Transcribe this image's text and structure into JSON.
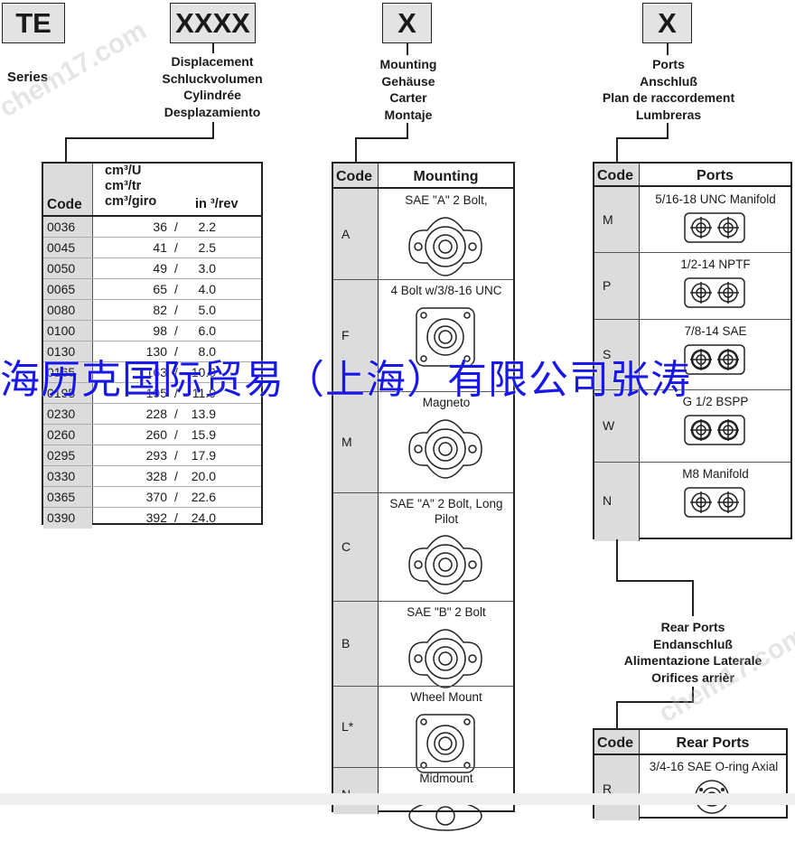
{
  "series": {
    "code": "TE",
    "label": "Series"
  },
  "displacement": {
    "code": "XXXX",
    "heading": [
      "Displacement",
      "Schluckvolumen",
      "Cylindrée",
      "Desplazamiento"
    ],
    "table": {
      "header_code": "Code",
      "header_units": [
        "cm³/U",
        "cm³/tr",
        "cm³/giro"
      ],
      "header_in": "in ³/rev",
      "rows": [
        {
          "code": "0036",
          "cm3": "36",
          "in3": "2.2"
        },
        {
          "code": "0045",
          "cm3": "41",
          "in3": "2.5"
        },
        {
          "code": "0050",
          "cm3": "49",
          "in3": "3.0"
        },
        {
          "code": "0065",
          "cm3": "65",
          "in3": "4.0"
        },
        {
          "code": "0080",
          "cm3": "82",
          "in3": "5.0"
        },
        {
          "code": "0100",
          "cm3": "98",
          "in3": "6.0"
        },
        {
          "code": "0130",
          "cm3": "130",
          "in3": "8.0"
        },
        {
          "code": "0165",
          "cm3": "163",
          "in3": "10.0"
        },
        {
          "code": "0195",
          "cm3": "195",
          "in3": "11.9"
        },
        {
          "code": "0230",
          "cm3": "228",
          "in3": "13.9"
        },
        {
          "code": "0260",
          "cm3": "260",
          "in3": "15.9"
        },
        {
          "code": "0295",
          "cm3": "293",
          "in3": "17.9"
        },
        {
          "code": "0330",
          "cm3": "328",
          "in3": "20.0"
        },
        {
          "code": "0365",
          "cm3": "370",
          "in3": "22.6"
        },
        {
          "code": "0390",
          "cm3": "392",
          "in3": "24.0"
        }
      ]
    }
  },
  "mounting": {
    "code": "X",
    "heading": [
      "Mounting",
      "Gehäuse",
      "Carter",
      "Montaje"
    ],
    "table": {
      "header_code": "Code",
      "header_title": "Mounting",
      "rows": [
        {
          "code": "A",
          "desc": "SAE \"A\" 2 Bolt,",
          "icon": "sae-a-2-bolt-flange-icon"
        },
        {
          "code": "F",
          "desc": "4 Bolt w/3/8-16 UNC",
          "icon": "four-bolt-flange-icon"
        },
        {
          "code": "M",
          "desc": "Magneto",
          "icon": "magneto-flange-icon"
        },
        {
          "code": "C",
          "desc": "SAE \"A\" 2 Bolt, Long Pilot",
          "icon": "long-pilot-flange-icon"
        },
        {
          "code": "B",
          "desc": "SAE \"B\" 2 Bolt",
          "icon": "sae-b-2-bolt-flange-icon"
        },
        {
          "code": "L*",
          "desc": "Wheel Mount",
          "icon": "wheel-mount-icon"
        },
        {
          "code": "N",
          "desc": "Midmount",
          "icon": "midmount-icon"
        }
      ]
    }
  },
  "ports": {
    "code": "X",
    "heading": [
      "Ports",
      "Anschluß",
      "Plan de raccordement",
      "Lumbreras"
    ],
    "table": {
      "header_code": "Code",
      "header_title": "Ports",
      "rows": [
        {
          "code": "M",
          "desc": "5/16-18 UNC Manifold",
          "icon": "manifold-ports-icon"
        },
        {
          "code": "P",
          "desc": "1/2-14 NPTF",
          "icon": "npt-ports-icon"
        },
        {
          "code": "S",
          "desc": "7/8-14 SAE",
          "icon": "sae-ports-icon"
        },
        {
          "code": "W",
          "desc": "G 1/2 BSPP",
          "icon": "bspp-ports-icon"
        },
        {
          "code": "N",
          "desc": "M8 Manifold",
          "icon": "m8-manifold-ports-icon"
        }
      ]
    }
  },
  "rear_ports": {
    "heading": [
      "Rear Ports",
      "Endanschluß",
      "Alimentazione Laterale",
      "Orifices arrièr"
    ],
    "table": {
      "header_code": "Code",
      "header_title": "Rear Ports",
      "rows": [
        {
          "code": "R",
          "desc": "3/4-16 SAE O-ring Axial",
          "icon": "rear-port-icon"
        }
      ]
    }
  },
  "overlay_text": "海历克国际贸易（上海）有限公司张涛",
  "watermark": "chem17.com"
}
